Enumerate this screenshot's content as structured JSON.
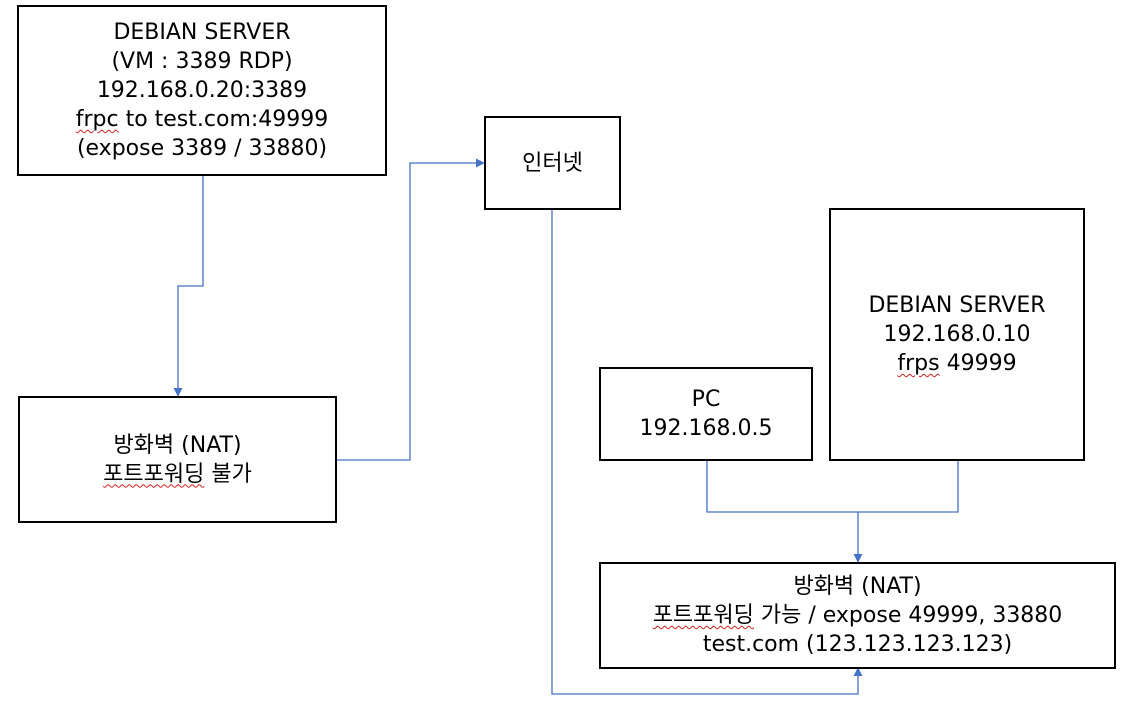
{
  "diagram": {
    "debian_client": {
      "title": "DEBIAN SERVER",
      "vm": "(VM : 3389 RDP)",
      "address": "192.168.0.20:3389",
      "frpc_cmd": "frpc",
      "frpc_target": " to test.com:49999",
      "expose": "(expose 3389 / 33880)"
    },
    "firewall_left": {
      "title": "방화벽 (NAT)",
      "port_forward": "포트포워딩",
      "status": " 불가"
    },
    "internet": {
      "label": "인터넷"
    },
    "pc": {
      "title": "PC",
      "address": "192.168.0.5"
    },
    "debian_server": {
      "title": "DEBIAN SERVER",
      "address": "192.168.0.10",
      "frps_cmd": "frps",
      "frps_port": " 49999"
    },
    "firewall_right": {
      "title": "방화벽 (NAT)",
      "port_forward": "포트포워딩",
      "status": " 가능 / expose 49999, 33880",
      "host": "test.com (123.123.123.123)"
    },
    "colors": {
      "connector": "#4472c4",
      "border": "#000000",
      "spellcheck": "#d02020"
    }
  }
}
